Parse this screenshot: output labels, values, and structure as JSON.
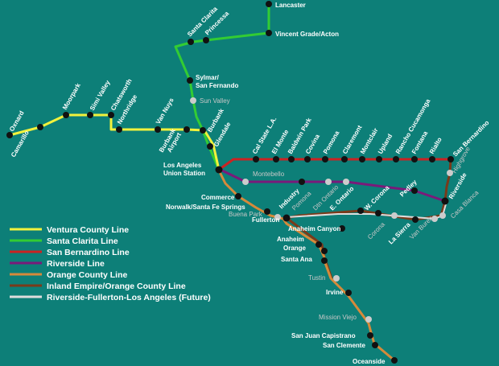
{
  "map": {
    "lines": [
      {
        "id": "ventura",
        "name": "Ventura County Line",
        "color": "#f2f23c"
      },
      {
        "id": "santa-clarita",
        "name": "Santa Clarita Line",
        "color": "#33cc33"
      },
      {
        "id": "san-bernardino",
        "name": "San Bernardino Line",
        "color": "#cc2222"
      },
      {
        "id": "riverside",
        "name": "Riverside Line",
        "color": "#7a1a7a"
      },
      {
        "id": "orange-county",
        "name": "Orange County Line",
        "color": "#d68a3a"
      },
      {
        "id": "ie-oc",
        "name": "Inland Empire/Orange County Line",
        "color": "#7a3a1a"
      },
      {
        "id": "future",
        "name": "Riverside-Fullerton-Los Angeles (Future)",
        "color": "#dddddd"
      }
    ],
    "stations": {
      "lancaster": "Lancaster",
      "vincent_grade": "Vincent Grade/Acton",
      "santa_clarita": "Santa Clarita",
      "princessa": "Princessa",
      "sylmar": [
        "Sylmar/",
        "San Fernando"
      ],
      "sun_valley": "Sun Valley",
      "burbank": "Burbank",
      "glendale": "Glendale",
      "burbank_airport": [
        "Burbank",
        "Airport"
      ],
      "van_nuys": "Van Nuys",
      "northridge": "Northridge",
      "chatsworth": "Chatsworth",
      "simi_valley": "Simi Valley",
      "moorpark": "Moorpark",
      "camarillo": "Camarillo",
      "oxnard": "Oxnard",
      "la_union": [
        "Los Angeles",
        "Union Station"
      ],
      "cal_state_la": "Cal State L.A.",
      "el_monte": "El Monte",
      "baldwin_park": "Baldwin Park",
      "covina": "Covina",
      "pomona": "Pomona",
      "claremont": "Claremont",
      "montclair": "Montclair",
      "upland": "Upland",
      "rancho_cucamonga": "Rancho Cucamonga",
      "fontana": "Fontana",
      "rialto": "Rialto",
      "san_bernardino": "San Bernardino",
      "highgrove": "Highgrove",
      "riverside": "Riverside",
      "casa_blanca": "Casa Blanca",
      "montebello": "Montebello",
      "industry": "Industry",
      "pomona_south": "Pomona",
      "dtn_ontario": "Dtn Ontario",
      "e_ontario": "E. Ontario",
      "w_corona": "W. Corona",
      "pedley": "Pedley",
      "corona": "Corona",
      "la_sierra": "La Sierra",
      "van_buren": "Van Buren",
      "commerce": "Commerce",
      "norwalk": "Norwalk/Santa Fe Springs",
      "buena_park": "Buena Park",
      "fullerton": "Fullerton",
      "anaheim_canyon": "Anaheim Canyon",
      "anaheim": "Anaheim",
      "orange": "Orange",
      "santa_ana": "Santa Ana",
      "tustin": "Tustin",
      "irvine": "Irvine",
      "mission_viejo": "Mission Viejo",
      "san_juan_capistrano": "San Juan Capistrano",
      "san_clemente": "San Clemente",
      "oceanside": "Oceanside"
    }
  }
}
